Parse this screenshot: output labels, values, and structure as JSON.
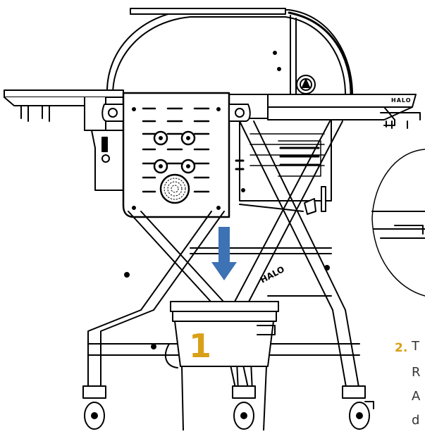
{
  "figure": {
    "callout_number": "1",
    "step_number": "2.",
    "step_text_fragments": [
      "T",
      "R",
      "A",
      "d"
    ],
    "brand_side_shelf": "HALO",
    "brand_stand": "HALO",
    "arrow_color": "#3d72b4",
    "callout_color": "#d9a017",
    "line_color": "#000000"
  }
}
